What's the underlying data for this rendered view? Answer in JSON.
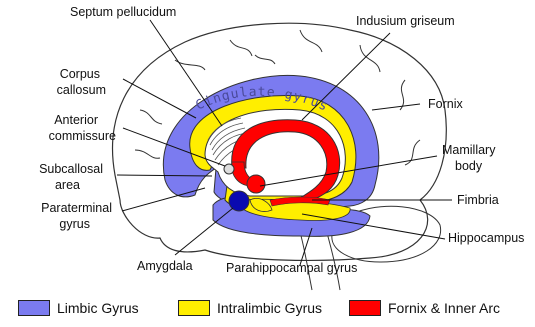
{
  "labels": {
    "septum_pellucidum": "Septum pellucidum",
    "indusium_griseum": "Indusium griseum",
    "corpus_callosum_1": "Corpus",
    "corpus_callosum_2": "callosum",
    "fornix": "Fornix",
    "anterior_commissure_1": "Anterior",
    "anterior_commissure_2": "commissure",
    "mamillary_body_1": "Mamillary",
    "mamillary_body_2": "body",
    "subcallosal_area_1": "Subcallosal",
    "subcallosal_area_2": "area",
    "fimbria": "Fimbria",
    "paraterminal_gyrus_1": "Paraterminal",
    "paraterminal_gyrus_2": "gyrus",
    "hippocampus": "Hippocampus",
    "amygdala": "Amygdala",
    "parahippocampal_gyrus": "Parahippocampal gyrus",
    "cingulate_gyrus": "Cingulate gyrus"
  },
  "legend": [
    {
      "label": "Limbic Gyrus",
      "color": "#7b7bf0"
    },
    {
      "label": "Intralimbic Gyrus",
      "color": "#ffee00"
    },
    {
      "label": "Fornix & Inner Arc",
      "color": "#ff0000"
    }
  ],
  "colors": {
    "limbic": "#7b7bf0",
    "intralimbic": "#ffee00",
    "fornix": "#ff0000",
    "amygdala": "#0a0ab0",
    "outline": "#333333"
  }
}
